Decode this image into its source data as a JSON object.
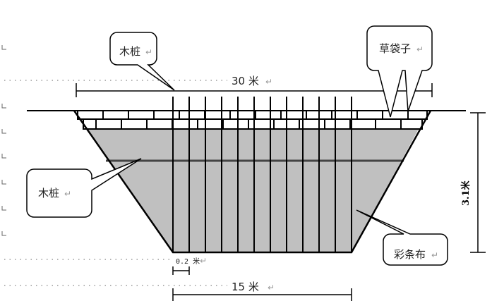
{
  "labels": {
    "pile_top": "木桩",
    "pile_left": "木桩",
    "sandbags": "草袋子",
    "tarp": "彩条布",
    "width_top": "30 米",
    "width_bottom": "15 米",
    "depth": "3.1米",
    "pile_spacing": "0.2 米",
    "return_mark": "↵"
  },
  "colors": {
    "fill": "#c0c0c0",
    "line": "#000000"
  }
}
